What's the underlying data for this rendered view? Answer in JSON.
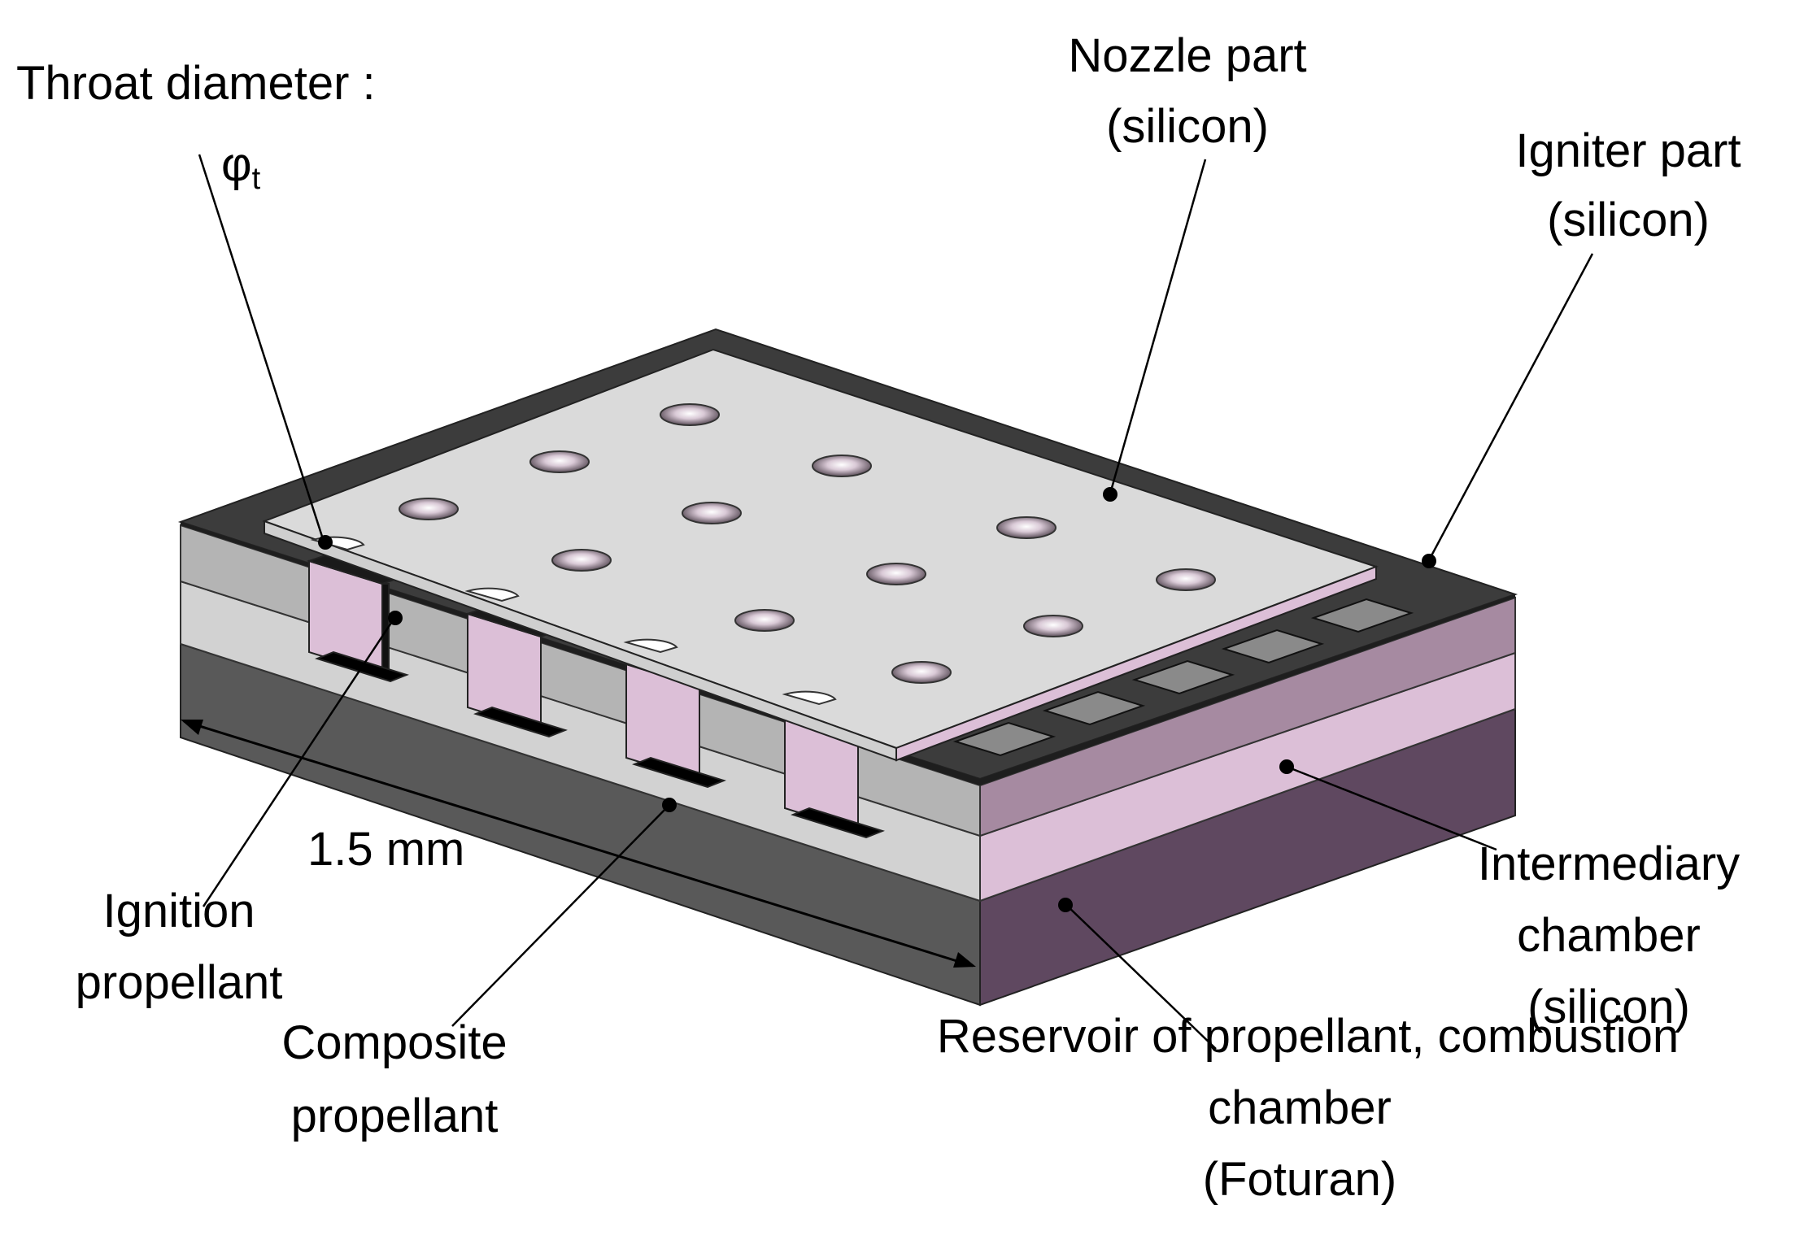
{
  "labels": {
    "throat_line1": "Throat diameter :",
    "throat_symbol": "φ",
    "throat_subscript": "t",
    "nozzle_line1": "Nozzle part",
    "nozzle_line2": "(silicon)",
    "igniter_line1": "Igniter part",
    "igniter_line2": "(silicon)",
    "dimension": "1.5 mm",
    "ignition_line1": "Ignition",
    "ignition_line2": "propellant",
    "composite_line1": "Composite",
    "composite_line2": "propellant",
    "intermediary_line1": "Intermediary",
    "intermediary_line2": "chamber",
    "intermediary_line3": "(silicon)",
    "reservoir_line1": "Reservoir of propellant, combustion",
    "reservoir_line2": "chamber",
    "reservoir_line3": "(Foturan)"
  },
  "colors": {
    "background": "#ffffff",
    "nozzle_top": "#dadada",
    "igniter_frame": "#3c3c3c",
    "silicon_gray": "#b4b4b4",
    "silicon_light": "#d2d2d2",
    "intermediary_pink": "#dcbfd7",
    "intermediary_mauve": "#a68aa1",
    "foturan_side": "#5f4860",
    "foturan_front": "#595959",
    "text": "#000000"
  }
}
